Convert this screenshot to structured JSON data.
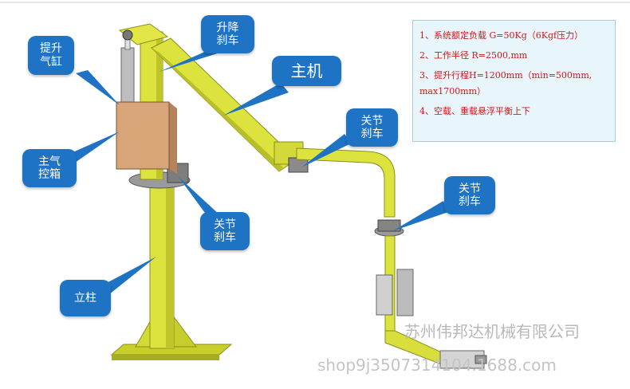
{
  "callouts": {
    "lift_cylinder": [
      "提升",
      "气缸"
    ],
    "lift_brake": [
      "升降",
      "刹车"
    ],
    "main_unit": [
      "主机"
    ],
    "joint_brake_mid": [
      "关节",
      "刹车"
    ],
    "main_air_box": [
      "主气",
      "控箱"
    ],
    "joint_brake_right": [
      "关节",
      "刹车"
    ],
    "joint_brake_base": [
      "关节",
      "刹车"
    ],
    "column": [
      "立柱"
    ]
  },
  "specs": [
    "1、系统额定负载 G=50Kg（6Kgf压力）",
    "2、工作半径 R=2500,mm",
    "3、提升行程H=1200mm（min=500mm,",
    "max1700mm）",
    "4、空载、重载悬浮平衡上下"
  ],
  "watermark": "苏州伟邦达机械有限公司",
  "shop_url": "shop9j3507314104.1688.com",
  "colors": {
    "machine_yellow": "#d9df3c",
    "callout_blue": "#1f73c4",
    "spec_text_red": "#d11818",
    "spec_bg": "#e8f6fb"
  }
}
